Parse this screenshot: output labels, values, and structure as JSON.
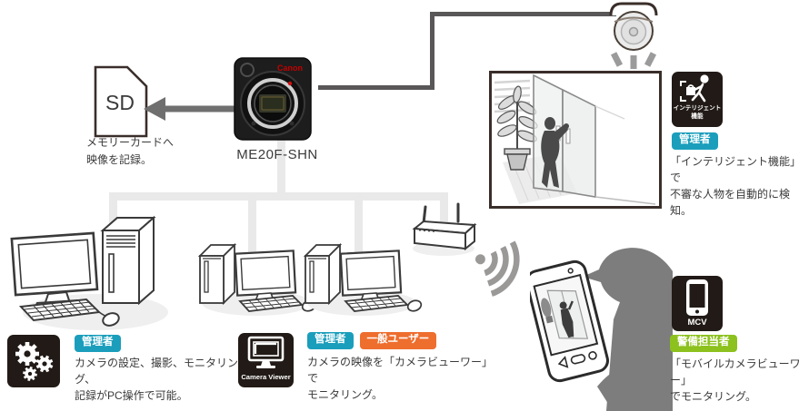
{
  "sd_card": {
    "label": "SD",
    "caption": "メモリーカードへ\n映像を記録。"
  },
  "camera": {
    "brand": "Canon",
    "model": "ME20F-SHN"
  },
  "intelligent": {
    "icon_label": "インテリジェント\n機能",
    "badge_admin": "管理者",
    "caption": "「インテリジェント機能」で\n不審な人物を自動的に検知。"
  },
  "pc_admin": {
    "badge_admin": "管理者",
    "caption": "カメラの設定、撮影、モニタリング、\n記録がPC操作で可能。"
  },
  "camera_viewer": {
    "icon_label": "Camera Viewer",
    "badge_admin": "管理者",
    "badge_user": "一般ユーザー",
    "caption": "カメラの映像を「カメラビューワー」で\nモニタリング。"
  },
  "mobile": {
    "icon_label": "MCV",
    "badge_guard": "警備担当者",
    "caption": "「モバイルカメラビューワー」\nでモニタリング。"
  },
  "colors": {
    "dark_line": "#595757",
    "light_line": "#e9e9e9",
    "teal_badge": "#1b9ebc",
    "orange_badge": "#ee6e2e",
    "green_badge": "#8cc11e",
    "icon_background": "#211a16",
    "canon_red": "#c40000"
  }
}
